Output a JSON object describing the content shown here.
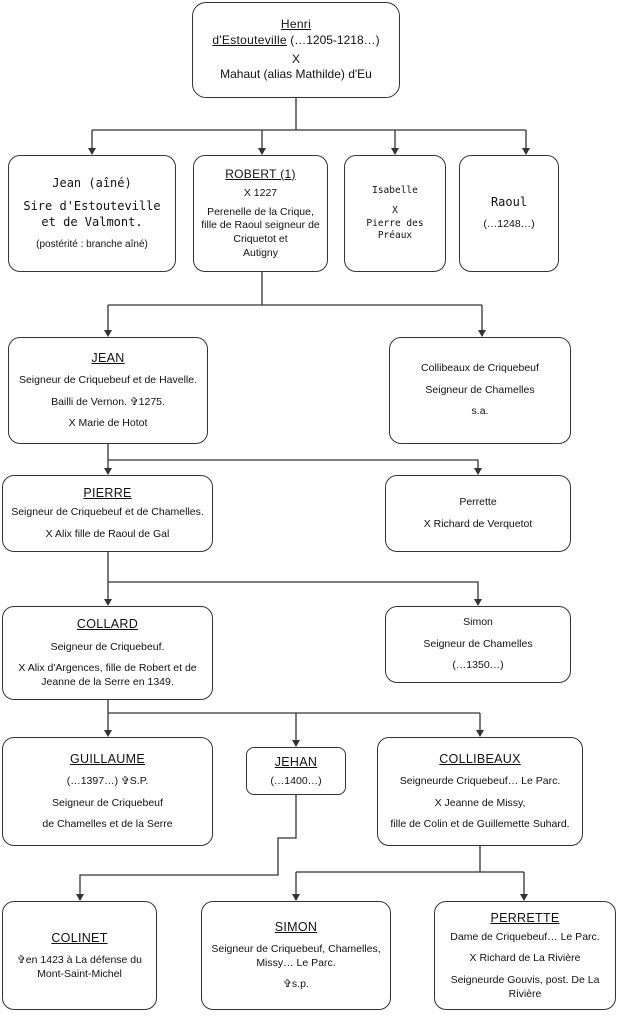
{
  "colors": {
    "line": "#333333",
    "box_border": "#333333",
    "background": "#ffffff"
  },
  "root": {
    "name": "Henri d'Estouteville",
    "name_line1": "Henri",
    "name_line2": "d'Estouteville",
    "dates": "(…1205-1218…)",
    "x": "X",
    "spouse": "Mahaut (alias Mathilde) d'Eu"
  },
  "gen1": {
    "jean": {
      "name": "Jean (aîné)",
      "title": "Sire d'Estouteville et de Valmont.",
      "note": "(postérité : branche aîné)"
    },
    "robert": {
      "name": "ROBERT (1)",
      "marriage": "X 1227",
      "spouse": "Perenelle de la Crique, fille de Raoul seigneur de Criquetot et",
      "spouse_end": "Autigny"
    },
    "isabelle": {
      "name": "Isabelle",
      "x": "X",
      "spouse": "Pierre des Préaux"
    },
    "raoul": {
      "name": "Raoul",
      "dates": "(…1248…)"
    }
  },
  "gen2": {
    "jean": {
      "name": "JEAN",
      "l1": "Seigneur de Criquebeuf et de Havelle.",
      "l2": "Bailli de Vernon. ✞1275.",
      "l3": "X Marie de Hotot"
    },
    "collibeaux": {
      "l1": "Collibeaux de Criquebeuf",
      "l2": "Seigneur de Chamelles",
      "l3": "s.a."
    }
  },
  "gen3": {
    "pierre": {
      "name": "PIERRE",
      "l1": "Seigneur de Criquebeuf et de Chamelles.",
      "l2": "X Alix fille de Raoul de Gal"
    },
    "perrette": {
      "l1": "Perrette",
      "l2": "X Richard de Verquetot"
    }
  },
  "gen4": {
    "collard": {
      "name": "COLLARD",
      "l1": "Seigneur de Criquebeuf.",
      "l2": "X Alix d'Argences, fille de Robert et de Jeanne de la Serre en 1349."
    },
    "simon": {
      "l1": "Simon",
      "l2": "Seigneur de Chamelles",
      "l3": "(…1350…)"
    }
  },
  "gen5": {
    "guillaume": {
      "name": "GUILLAUME",
      "l1": "(…1397…) ✞S.P.",
      "l2": "Seigneur de Criquebeuf",
      "l3": "de Chamelles et de la Serre"
    },
    "jehan": {
      "name": "JEHAN",
      "l1": "(…1400…)"
    },
    "collibeaux": {
      "name": "COLLIBEAUX",
      "l1": "Seigneurde Criquebeuf… Le Parc.",
      "l2": "X Jeanne de Missy,",
      "l3": "fille de Colin et de Guillemette Suhard."
    }
  },
  "gen6": {
    "colinet": {
      "name": "COLINET",
      "l1": "✞en 1423 à La défense du Mont-Saint-Michel"
    },
    "simon": {
      "name": "SIMON",
      "l1": "Seigneur de Criquebeuf, Chamelles, Missy… Le Parc.",
      "l2": "✞s.p."
    },
    "perrette": {
      "name": "PERRETTE",
      "l1": "Dame de Criquebeuf… Le Parc.",
      "l2": "X Richard de La Rivière",
      "l3": "Seigneurde Gouvis, post. De La Rivière"
    }
  }
}
